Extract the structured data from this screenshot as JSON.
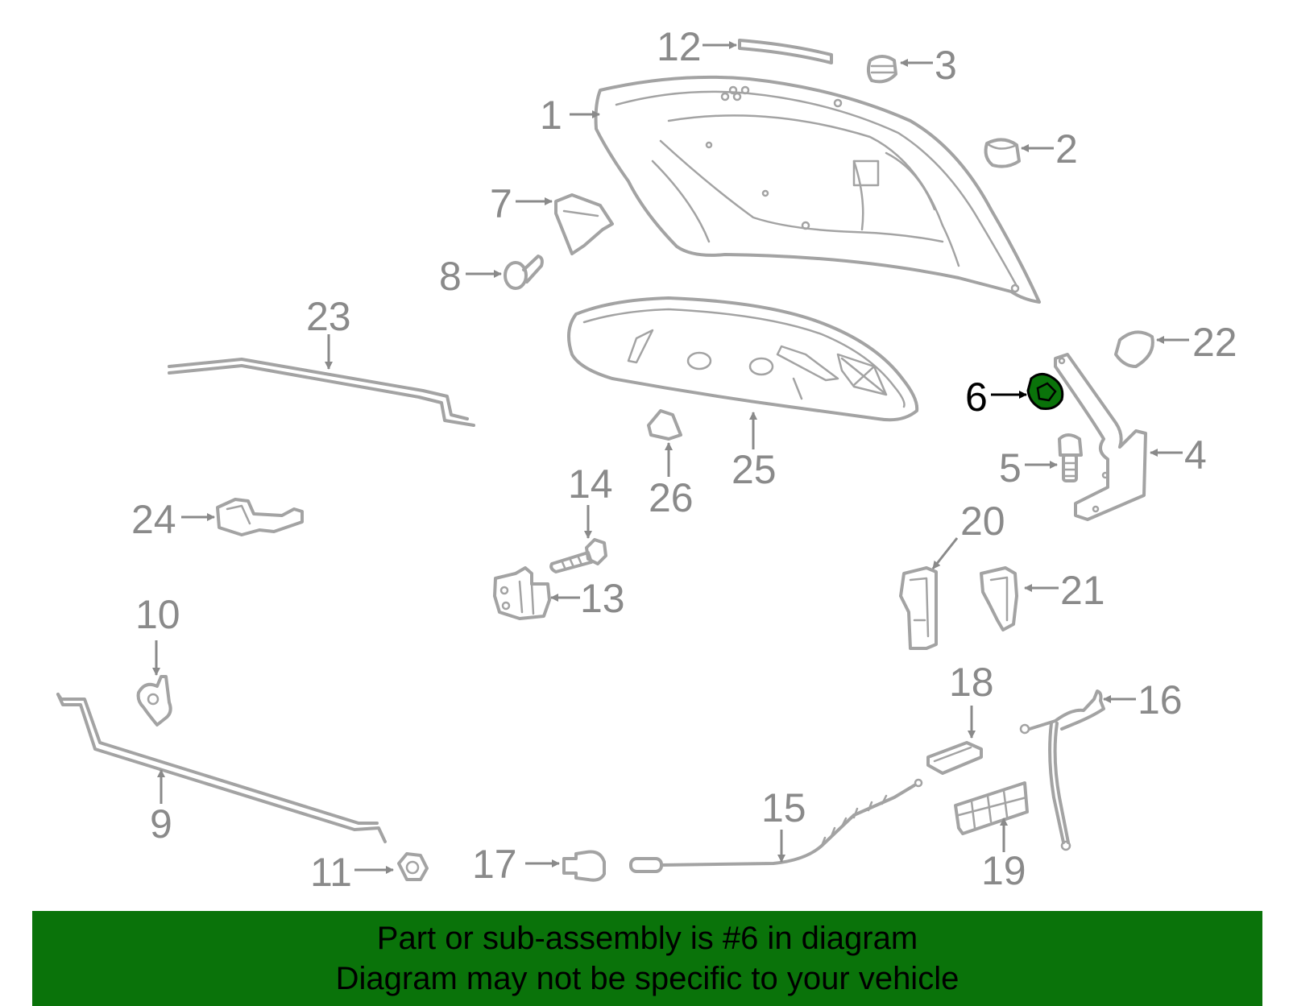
{
  "callouts": [
    {
      "id": "1",
      "label": "1"
    },
    {
      "id": "2",
      "label": "2"
    },
    {
      "id": "3",
      "label": "3"
    },
    {
      "id": "4",
      "label": "4"
    },
    {
      "id": "5",
      "label": "5"
    },
    {
      "id": "6",
      "label": "6"
    },
    {
      "id": "7",
      "label": "7"
    },
    {
      "id": "8",
      "label": "8"
    },
    {
      "id": "9",
      "label": "9"
    },
    {
      "id": "10",
      "label": "10"
    },
    {
      "id": "11",
      "label": "11"
    },
    {
      "id": "12",
      "label": "12"
    },
    {
      "id": "13",
      "label": "13"
    },
    {
      "id": "14",
      "label": "14"
    },
    {
      "id": "15",
      "label": "15"
    },
    {
      "id": "16",
      "label": "16"
    },
    {
      "id": "17",
      "label": "17"
    },
    {
      "id": "18",
      "label": "18"
    },
    {
      "id": "19",
      "label": "19"
    },
    {
      "id": "20",
      "label": "20"
    },
    {
      "id": "21",
      "label": "21"
    },
    {
      "id": "22",
      "label": "22"
    },
    {
      "id": "23",
      "label": "23"
    },
    {
      "id": "24",
      "label": "24"
    },
    {
      "id": "25",
      "label": "25"
    },
    {
      "id": "26",
      "label": "26"
    }
  ],
  "highlighted_part": "6",
  "colors": {
    "parts": "#a3a3a3",
    "labels": "#8a8a8a",
    "highlight": "#0a730a",
    "banner": "#0a730a"
  },
  "banner": {
    "line1": "Part or sub-assembly is #6 in diagram",
    "line2": "Diagram may not be specific to your vehicle"
  }
}
